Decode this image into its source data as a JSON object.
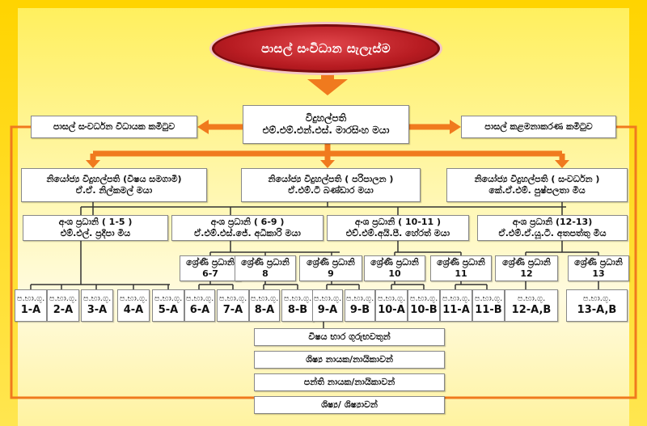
{
  "title": "පාසල් සංවිධාන සැලැස්ම",
  "principal": {
    "role": "විදුහල්පති",
    "name": "එම්.එම්.එන්.එස්. මාරසිංහ මයා"
  },
  "left_committee": "පාසල් සංවර්ධන විධායක කමිටුව",
  "right_committee": "පාසල් කළමනාකරණ කමිටුව",
  "deputies": [
    {
      "role": "නියෝජ්‍ය විදුහල්පති (විෂය සමගාමී)",
      "name": "ඒ.ඒ. නිල්කමල් මයා"
    },
    {
      "role": "නියෝජ්‍ය විදුහල්පති ( පරිපාලන )",
      "name": "ඒ.එම්.ටී බණ්ඩාර මයා"
    },
    {
      "role": "නියෝජ්‍ය විදුහල්පති ( සංවර්ධන )",
      "name": "කේ.ඒ.එම්. පුෂ්පලතා මිය"
    }
  ],
  "section_heads": [
    {
      "role": "අංශ ප්‍රධානි ( 1-5 )",
      "name": "එම්.එල්. ප්‍රදීපා මිය"
    },
    {
      "role": "අංශ ප්‍රධානි ( 6-9 )",
      "name": "ඒ.එම්.එස්.ජේ. අධිකාරි මයා"
    },
    {
      "role": "අංශ ප්‍රධානි ( 10-11 )",
      "name": "එච්.එම්.අයි.පී. හේරත් මයා"
    },
    {
      "role": "අංශ ප්‍රධානි (12-13)",
      "name": "ඒ.එම්.ඒ.යූ.ටී. අතපත්තු මිය"
    }
  ],
  "grade_heads": [
    {
      "role": "ශ්‍රේණි ප්‍රධානි",
      "grade": "6-7"
    },
    {
      "role": "ශ්‍රේණි ප්‍රධානි",
      "grade": "8"
    },
    {
      "role": "ශ්‍රේණි ප්‍රධානි",
      "grade": "9"
    },
    {
      "role": "ශ්‍රේණි ප්‍රධානි",
      "grade": "10"
    },
    {
      "role": "ශ්‍රේණි ප්‍රධානි",
      "grade": "11"
    },
    {
      "role": "ශ්‍රේණි ප්‍රධානි",
      "grade": "12"
    },
    {
      "role": "ශ්‍රේණි ප්‍රධානි",
      "grade": "13"
    }
  ],
  "class_teacher_label": "ප.භා.ගු.",
  "classes": [
    "1-A",
    "2-A",
    "3-A",
    "4-A",
    "5-A",
    "6-A",
    "7-A",
    "8-A",
    "8-B",
    "9-A",
    "9-B",
    "10-A",
    "10-B",
    "11-A",
    "11-B",
    "12-A,B",
    "13-A,B"
  ],
  "bottom_rows": [
    "විෂය භාර ගුරුභවතුන්",
    "ශිෂ්‍ය නායක/නායිකාවන්",
    "පන්ති නායක/නායිකාවන්",
    "ශිෂ්‍ය/ ශිෂ්‍යාවන්"
  ],
  "colors": {
    "arrow": "#f07a1e",
    "title_bg": "#b81c22",
    "background": "#fff3a0",
    "line": "#333333"
  }
}
